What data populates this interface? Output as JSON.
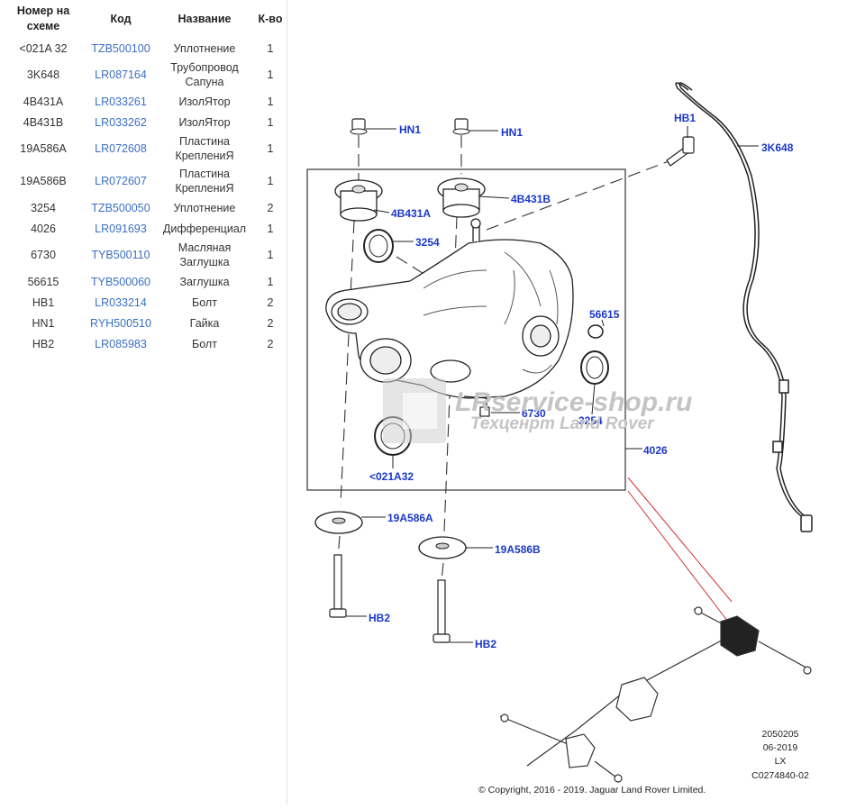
{
  "table": {
    "headers": {
      "num": "Номер на схеме",
      "code": "Код",
      "name": "Название",
      "qty": "К-во"
    },
    "rows": [
      {
        "num": "<021A 32",
        "code": "TZB500100",
        "name": "Уплотнение",
        "qty": "1"
      },
      {
        "num": "3K648",
        "code": "LR087164",
        "name": "Трубопровод Сапуна",
        "qty": "1"
      },
      {
        "num": "4B431A",
        "code": "LR033261",
        "name": "ИзолЯтор",
        "qty": "1"
      },
      {
        "num": "4B431B",
        "code": "LR033262",
        "name": "ИзолЯтор",
        "qty": "1"
      },
      {
        "num": "19A586A",
        "code": "LR072608",
        "name": "Пластина КреплениЯ",
        "qty": "1"
      },
      {
        "num": "19A586B",
        "code": "LR072607",
        "name": "Пластина КреплениЯ",
        "qty": "1"
      },
      {
        "num": "3254",
        "code": "TZB500050",
        "name": "Уплотнение",
        "qty": "2"
      },
      {
        "num": "4026",
        "code": "LR091693",
        "name": "Дифференциал",
        "qty": "1"
      },
      {
        "num": "6730",
        "code": "TYB500110",
        "name": "Масляная Заглушка",
        "qty": "1"
      },
      {
        "num": "56615",
        "code": "TYB500060",
        "name": "Заглушка",
        "qty": "1"
      },
      {
        "num": "HB1",
        "code": "LR033214",
        "name": "Болт",
        "qty": "2"
      },
      {
        "num": "HN1",
        "code": "RYH500510",
        "name": "Гайка",
        "qty": "2"
      },
      {
        "num": "HB2",
        "code": "LR085983",
        "name": "Болт",
        "qty": "2"
      }
    ]
  },
  "diagram": {
    "callouts": {
      "hn1_a": "HN1",
      "hn1_b": "HN1",
      "hb1": "HB1",
      "k3k648": "3K648",
      "b4b431a": "4B431A",
      "b4b431b": "4B431B",
      "s3254_a": "3254",
      "s3254_b": "3254",
      "p56615": "56615",
      "p6730": "6730",
      "d4026": "4026",
      "s021a32": "<021A32",
      "p19a586a": "19A586A",
      "p19a586b": "19A586B",
      "hb2_a": "HB2",
      "hb2_b": "HB2"
    },
    "watermark": {
      "line1": "LRservice-shop.ru",
      "line2": "Техценрт Land Rover"
    },
    "info": [
      "2050205",
      "06-2019",
      "LX",
      "C0274840-02"
    ],
    "copyright": "© Copyright, 2016 - 2019. Jaguar Land Rover Limited."
  }
}
